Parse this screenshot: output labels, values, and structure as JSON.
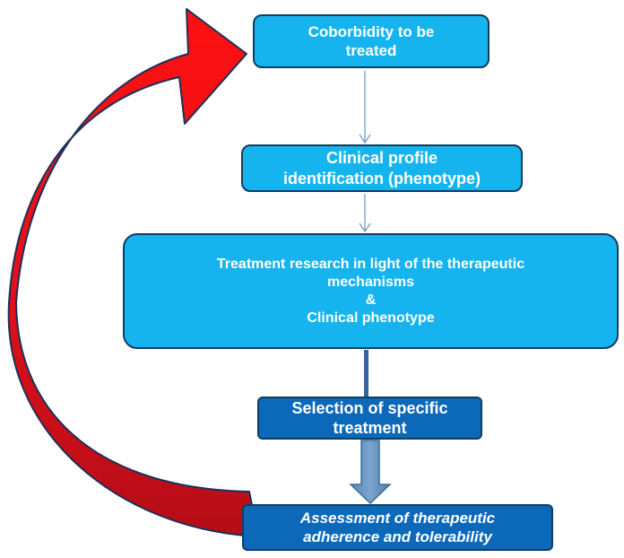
{
  "colors": {
    "light_box": "#16b4ef",
    "dark_box": "#0c69ba",
    "border": "#0f3e5f",
    "cycle_arrow": "#e8121a",
    "connector": "#6a95c0"
  },
  "nodes": {
    "comorbidity": {
      "line1": "Coborbidity to be",
      "line2": "treated"
    },
    "clinical_profile": {
      "line1": "Clinical profile",
      "line2": "identification (phenotype)"
    },
    "treatment_research": {
      "line1": "Treatment research in light of the therapeutic",
      "line2": "mechanisms",
      "line3": "&",
      "line4": "Clinical phenotype"
    },
    "selection": {
      "line1": "Selection of specific",
      "line2": "treatment"
    },
    "assessment": {
      "line1": "Assessment of therapeutic",
      "line2": "adherence and tolerability"
    }
  }
}
